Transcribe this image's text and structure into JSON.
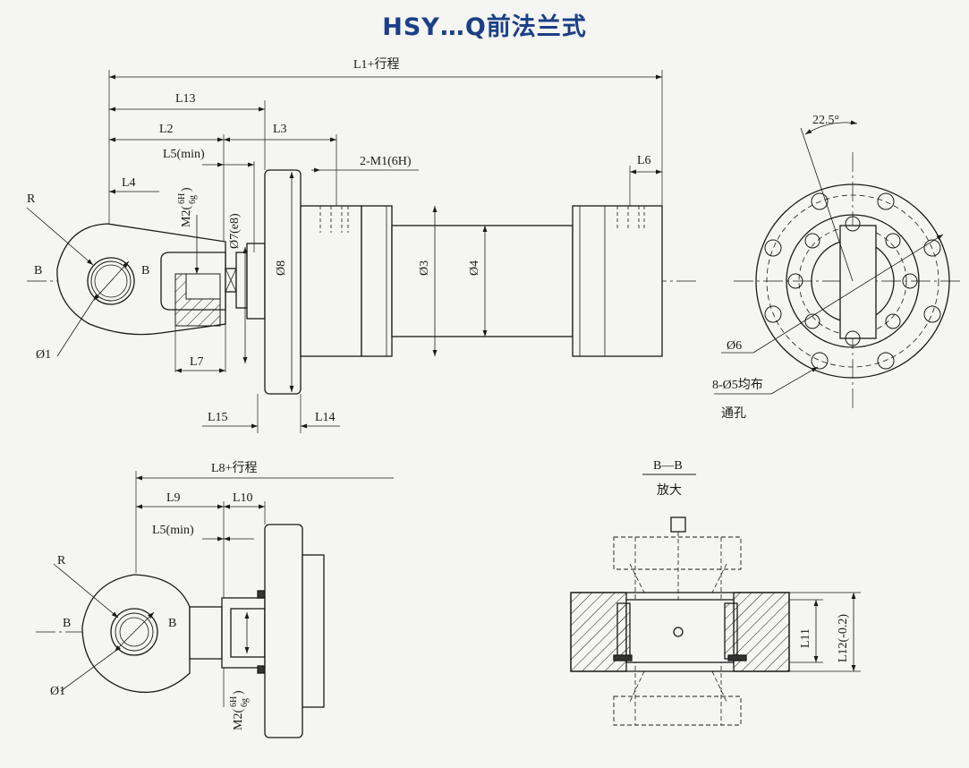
{
  "title": "HSY…Q前法兰式",
  "main_view": {
    "labels": {
      "l1": "L1+行程",
      "l13": "L13",
      "l2": "L2",
      "l3": "L3",
      "l5": "L5(min)",
      "m1": "2-M1(6H)",
      "l6": "L6",
      "l4": "L4",
      "m2": "M2(",
      "m2_top": "6H",
      "m2_bot": "6g",
      "m2_close": ")",
      "d7": "Ø7(e8)",
      "d8": "Ø8",
      "d3": "Ø3",
      "d4": "Ø4",
      "r": "R",
      "b_left": "B",
      "b_right": "B",
      "d1": "Ø1",
      "l7": "L7",
      "l15": "L15",
      "l14": "L14"
    }
  },
  "flange_view": {
    "labels": {
      "angle": "22.5°",
      "d6": "Ø6",
      "holes": "8-Ø5均布",
      "through": "通孔"
    }
  },
  "lower_view": {
    "labels": {
      "l8": "L8+行程",
      "l9": "L9",
      "l10": "L10",
      "l5": "L5(min)",
      "r": "R",
      "b_left": "B",
      "b_right": "B",
      "d1": "Ø1",
      "m2": "M2(",
      "m2_top": "6H",
      "m2_bot": "6g",
      "m2_close": ")"
    }
  },
  "section_view": {
    "labels": {
      "title": "B—B",
      "subtitle": "放大",
      "l11": "L11",
      "l12": "L12(-0.2)"
    }
  }
}
